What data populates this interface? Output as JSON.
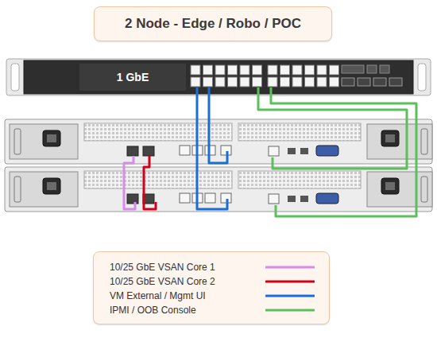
{
  "diagram": {
    "title": "2 Node - Edge / Robo / POC",
    "nodes": [
      {
        "text": [
          "1 GbE"
        ]
      }
    ],
    "legend": [
      {
        "text": "10/25 GbE VSAN Core 1"
      },
      {
        "text": "10/25 GbE VSAN Core 2"
      },
      {
        "text": "VM External / Mgmt UI"
      },
      {
        "text": "IPMI / OOB Console"
      }
    ]
  }
}
